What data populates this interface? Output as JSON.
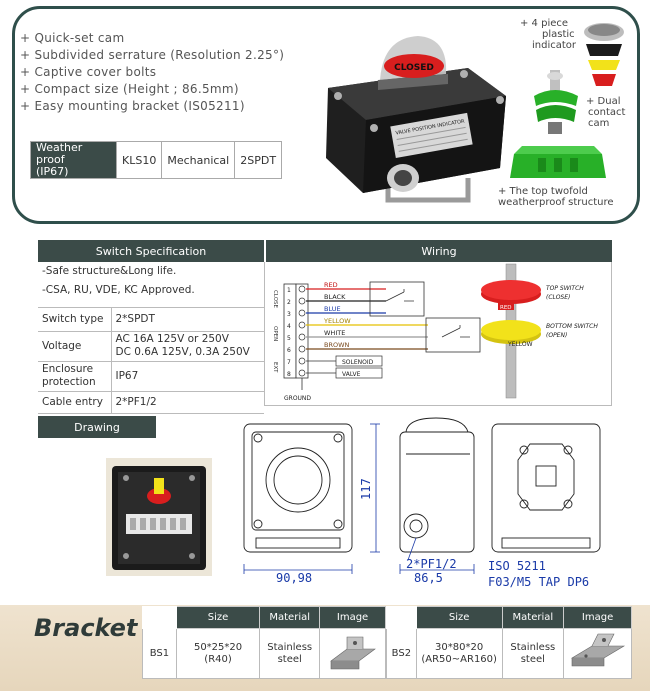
{
  "features": [
    "Quick-set cam",
    "Subdivided serrature (Resolution 2.25°)",
    "Captive cover bolts",
    "Compact size (Height ; 86.5mm)",
    "Easy mounting bracket (IS05211)"
  ],
  "product_table": {
    "label_line1": "Weather proof",
    "label_line2": "(IP67)",
    "cells": [
      "KLS10",
      "Mechanical",
      "2SPDT"
    ]
  },
  "device_label": "VALVE POSITION INDICATOR",
  "indicator_text": "CLOSED",
  "callouts": {
    "indicator": [
      "+ 4 piece",
      "plastic",
      "indicator"
    ],
    "cam": [
      "+ Dual",
      "contact",
      "cam"
    ],
    "structure": [
      "+ The top twofold",
      "weatherproof structure"
    ]
  },
  "spec": {
    "header": "Switch Specification",
    "notes": [
      "-Safe structure&Long life.",
      "-CSA, RU, VDE, KC Approved."
    ],
    "rows": [
      {
        "k": "Switch type",
        "v": "2*SPDT"
      },
      {
        "k": "Voltage",
        "v": "AC 16A 125V or 250V",
        "v2": "DC 0.6A 125V, 0.3A 250V"
      },
      {
        "k": "Enclosure",
        "k2": "protection",
        "v": "IP67"
      },
      {
        "k": "Cable entry",
        "v": "2*PF1/2"
      }
    ]
  },
  "wiring": {
    "header": "Wiring",
    "terminals": [
      "1",
      "2",
      "3",
      "4",
      "5",
      "6",
      "7",
      "8"
    ],
    "wires": [
      "RED",
      "BLACK",
      "BLUE",
      "YELLOW",
      "WHITE",
      "BROWN"
    ],
    "solenoid": "SOLENOID",
    "valve": "VALVE",
    "ground": "GROUND",
    "close_tag": "CLOSE",
    "open_tag": "OPEN",
    "ext_tag": "EXT",
    "top_switch": "TOP SWITCH",
    "top_switch_state": "(CLOSE)",
    "bottom_switch": "BOTTOM SWITCH",
    "bottom_switch_state": "(OPEN)",
    "red_cam": "RED",
    "yellow_cam": "YELLOW"
  },
  "drawing": {
    "header": "Drawing",
    "dim_width": "90,98",
    "dim_height": "117",
    "dim_depth": "86,5",
    "cable": "2*PF1/2",
    "iso_line1": "ISO 5211",
    "iso_line2": "F03/M5 TAP DP6"
  },
  "bracket": {
    "title": "Bracket",
    "headers": [
      "Size",
      "Material",
      "Image"
    ],
    "items": [
      {
        "code": "BS1",
        "size_line1": "50*25*20",
        "size_line2": "(R40)",
        "material_line1": "Stainless",
        "material_line2": "steel"
      },
      {
        "code": "BS2",
        "size_line1": "30*80*20",
        "size_line2": "(AR50~AR160)",
        "material_line1": "Stainless",
        "material_line2": "steel"
      }
    ]
  },
  "colors": {
    "header_bg": "#3b4b48",
    "drawing_blue": "#1a3aa8",
    "cam_red": "#d81e1e",
    "cam_yellow": "#f2e21a",
    "cam_green": "#28b028"
  }
}
